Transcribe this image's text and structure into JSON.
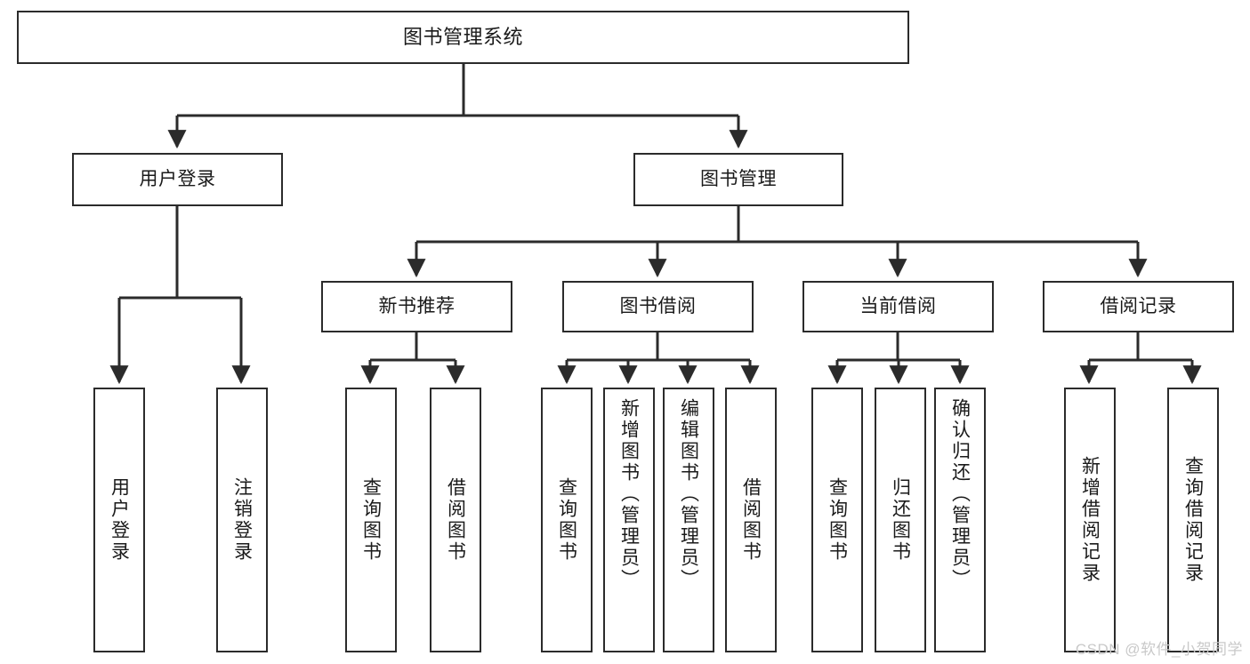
{
  "diagram": {
    "type": "tree",
    "title": "图书管理系统",
    "root": {
      "id": "root",
      "label": "图书管理系统"
    },
    "level2": [
      {
        "id": "user-login",
        "label": "用户登录"
      },
      {
        "id": "book-manage",
        "label": "图书管理"
      }
    ],
    "level3": [
      {
        "id": "new-book-recommend",
        "label": "新书推荐",
        "parent": "book-manage"
      },
      {
        "id": "book-borrow",
        "label": "图书借阅",
        "parent": "book-manage"
      },
      {
        "id": "current-borrow",
        "label": "当前借阅",
        "parent": "book-manage"
      },
      {
        "id": "borrow-record",
        "label": "借阅记录",
        "parent": "book-manage"
      }
    ],
    "leaves": {
      "user-login": [
        {
          "id": "leaf-user-login",
          "label": "用户登录"
        },
        {
          "id": "leaf-user-logout",
          "label": "注销登录"
        }
      ],
      "new-book-recommend": [
        {
          "id": "leaf-query-book-1",
          "label": "查询图书"
        },
        {
          "id": "leaf-borrow-book-1",
          "label": "借阅图书"
        }
      ],
      "book-borrow": [
        {
          "id": "leaf-query-book-2",
          "label": "查询图书"
        },
        {
          "id": "leaf-add-book",
          "label": "新增图书（管理员）"
        },
        {
          "id": "leaf-edit-book",
          "label": "编辑图书（管理员）"
        },
        {
          "id": "leaf-borrow-book-2",
          "label": "借阅图书"
        }
      ],
      "current-borrow": [
        {
          "id": "leaf-query-book-3",
          "label": "查询图书"
        },
        {
          "id": "leaf-return-book",
          "label": "归还图书"
        },
        {
          "id": "leaf-confirm-return",
          "label": "确认归还（管理员）"
        }
      ],
      "borrow-record": [
        {
          "id": "leaf-add-record",
          "label": "新增借阅记录"
        },
        {
          "id": "leaf-query-record",
          "label": "查询借阅记录"
        }
      ]
    }
  },
  "watermark": {
    "text": "CSDN @软件_小贺同学"
  },
  "colors": {
    "border": "#2b2b2b",
    "background": "#ffffff",
    "text": "#1a1a1a",
    "watermark": "#c9c9c9"
  }
}
